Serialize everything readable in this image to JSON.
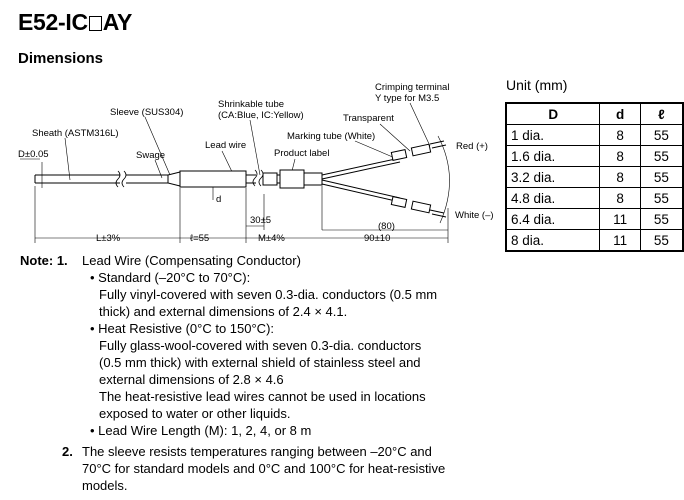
{
  "header": {
    "title_prefix": "E52-IC",
    "title_suffix": "AY",
    "subtitle": "Dimensions"
  },
  "drawing": {
    "labels": {
      "sheath": "Sheath (ASTM316L)",
      "sleeve": "Sleeve (SUS304)",
      "shrinkable": "Shrinkable tube",
      "shrinkable_colors": "(CA:Blue, IC:Yellow)",
      "crimping": "Crimping terminal",
      "crimping_type": "Y type for M3.5",
      "transparent": "Transparent",
      "marking": "Marking tube (White)",
      "lead_wire": "Lead wire",
      "product_label": "Product label",
      "swage": "Swage",
      "d_tol": "D±0.05",
      "d_small": "d",
      "red": "Red (+)",
      "white": "White (–)",
      "dim_30": "30±5",
      "dim_80": "(80)",
      "dim_90": "90±10",
      "dim_L": "L±3%",
      "dim_l55": "ℓ=55",
      "dim_M": "M±4%"
    }
  },
  "table": {
    "unit": "Unit (mm)",
    "headers": [
      "D",
      "d",
      "ℓ"
    ],
    "rows": [
      [
        "1 dia.",
        "8",
        "55"
      ],
      [
        "1.6 dia.",
        "8",
        "55"
      ],
      [
        "3.2 dia.",
        "8",
        "55"
      ],
      [
        "4.8 dia.",
        "8",
        "55"
      ],
      [
        "6.4 dia.",
        "11",
        "55"
      ],
      [
        "8 dia.",
        "11",
        "55"
      ]
    ]
  },
  "notes": {
    "label": "Note: 1.",
    "n1_title": "Lead Wire (Compensating Conductor)",
    "n1_std_head": "• Standard (–20°C to 70°C):",
    "n1_std_l1": "Fully vinyl-covered with seven 0.3-dia. conductors (0.5 mm",
    "n1_std_l2": "thick) and external dimensions of 2.4 × 4.1.",
    "n1_heat_head": "• Heat Resistive (0°C to 150°C):",
    "n1_heat_l1": "Fully glass-wool-covered with seven 0.3-dia. conductors",
    "n1_heat_l2": "(0.5 mm thick) with external shield of stainless steel and",
    "n1_heat_l3": "external dimensions of 2.8 × 4.6",
    "n1_heat_l4": "The heat-resistive lead wires cannot be used in locations",
    "n1_heat_l5": "exposed to water or other liquids.",
    "n1_len": "• Lead Wire Length (M): 1, 2, 4, or 8 m",
    "n2_num": "2.",
    "n2_l1": "The sleeve resists temperatures ranging between –20°C and",
    "n2_l2": "70°C for standard models and 0°C and 100°C for heat-resistive",
    "n2_l3": "models."
  }
}
